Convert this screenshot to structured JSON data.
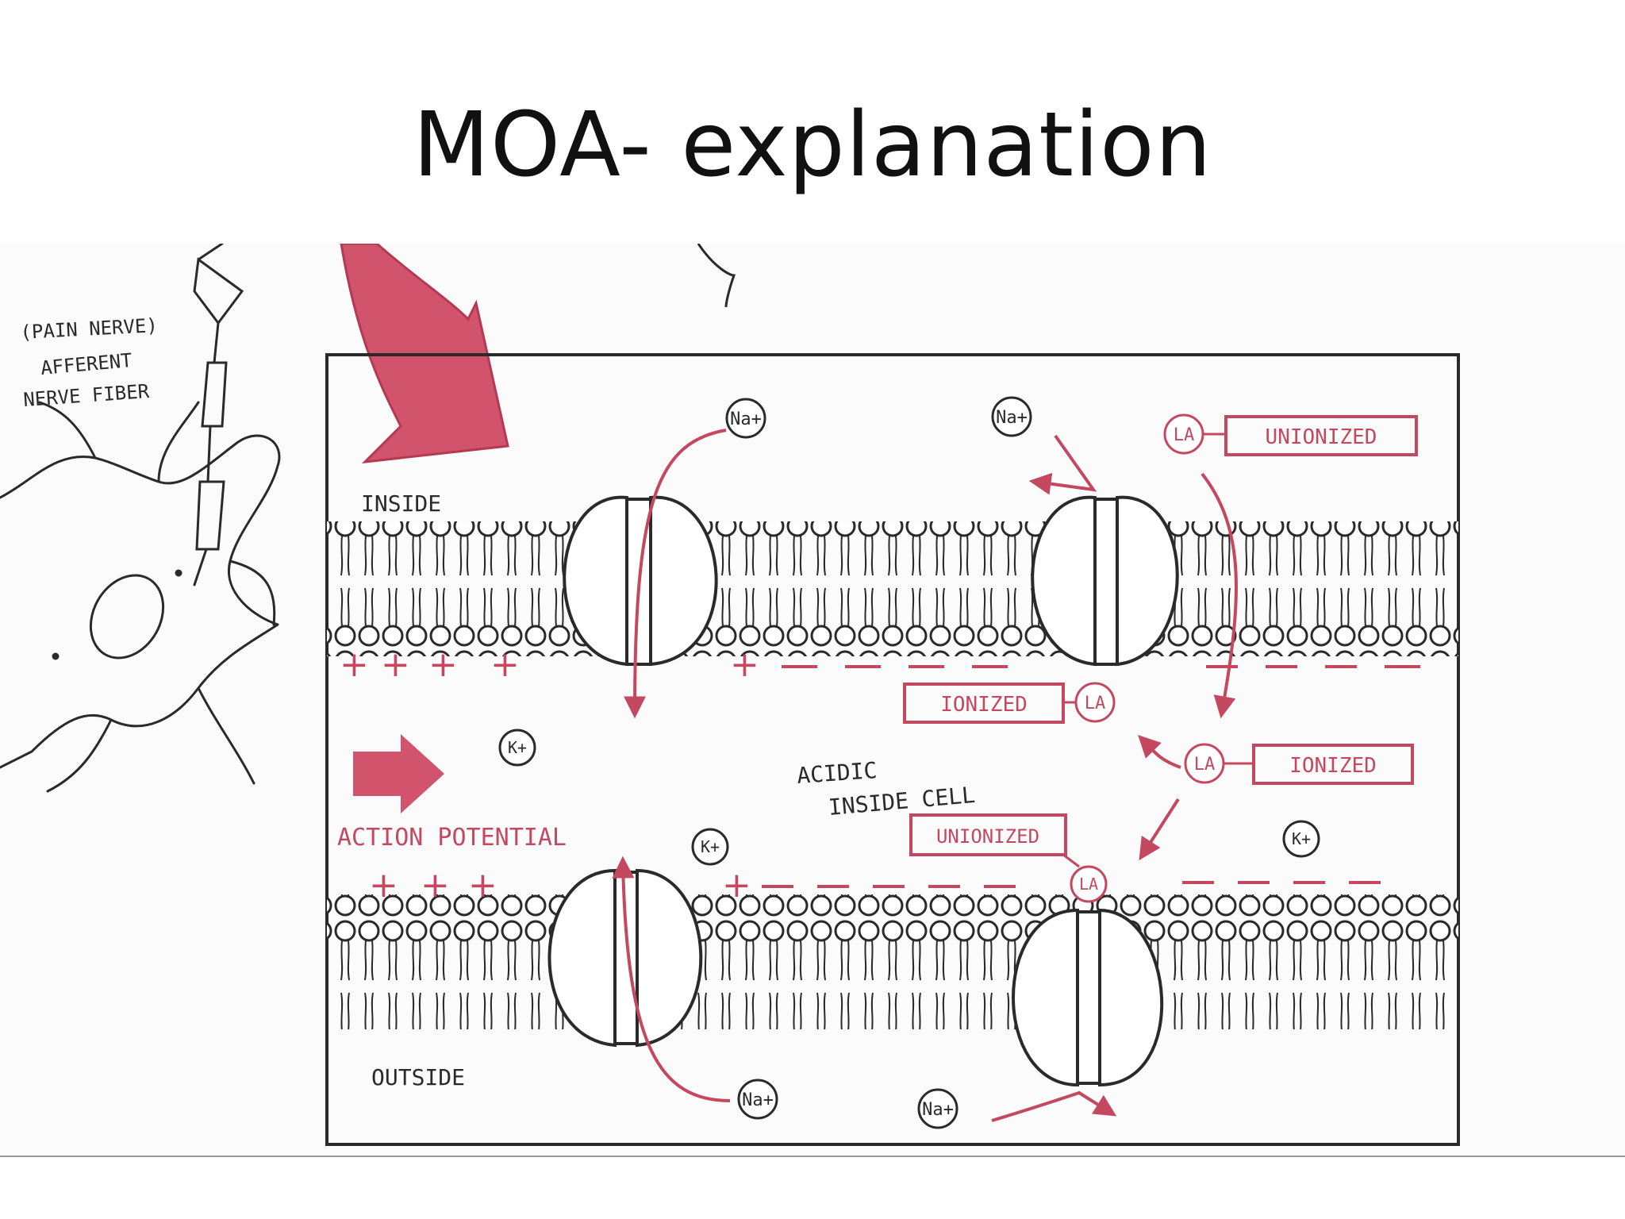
{
  "title": "MOA- explanation",
  "colors": {
    "ink": "#2a2a2a",
    "accent": "#c4485f",
    "accent_fill": "#d2546c",
    "paper": "#fbfbfb"
  },
  "neuron": {
    "label_line1": "(PAIN NERVE)",
    "label_line2": "AFFERENT",
    "label_line3": "NERVE FIBER"
  },
  "regions": {
    "inside": "INSIDE",
    "outside": "OUTSIDE"
  },
  "action_potential": "ACTION POTENTIAL",
  "acidic_note": {
    "line1": "ACIDIC",
    "line2": "INSIDE CELL"
  },
  "ions": {
    "sodium": "Na+",
    "potassium": "K+",
    "local_anesthetic": "LA"
  },
  "la_states": {
    "unionized": "UNIONIZED",
    "ionized": "IONIZED"
  },
  "charges": {
    "plus": "+",
    "minus": "–"
  },
  "icons": [
    "pink-arrow-icon",
    "sodium-channel-icon",
    "phospholipid-icon",
    "neuron-icon"
  ]
}
